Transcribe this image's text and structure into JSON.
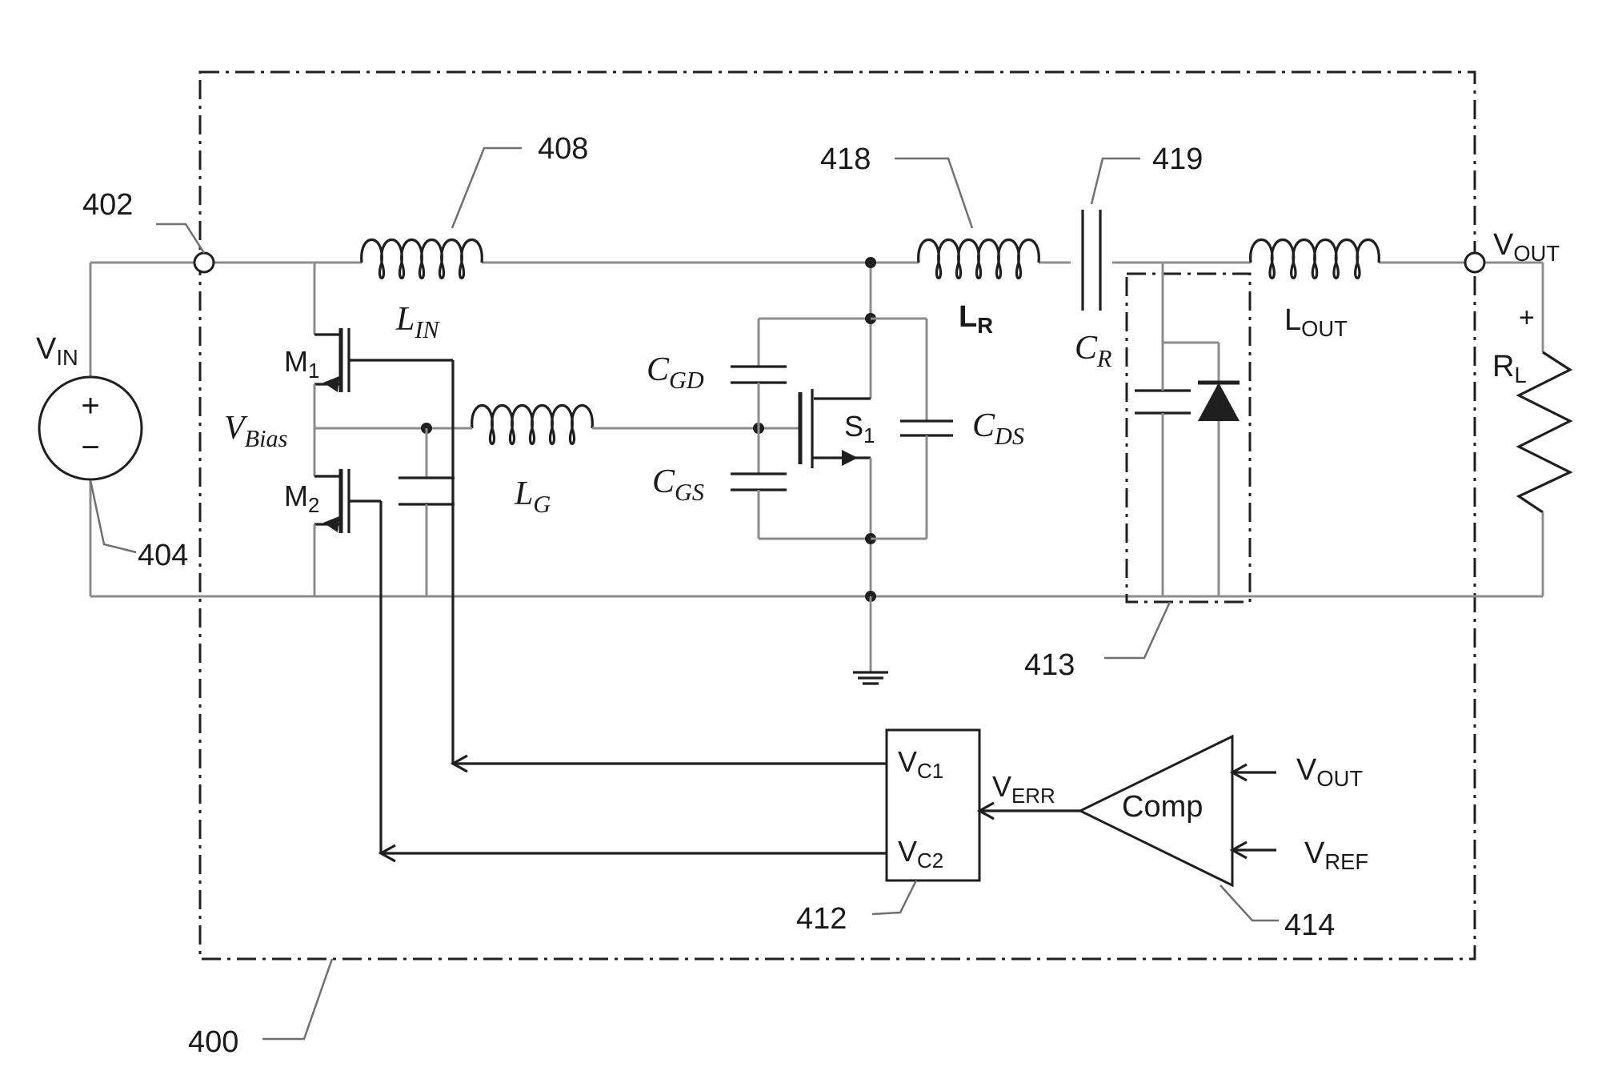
{
  "refs": {
    "r400": "400",
    "r402": "402",
    "r404": "404",
    "r408": "408",
    "r412": "412",
    "r413": "413",
    "r414": "414",
    "r418": "418",
    "r419": "419"
  },
  "labels": {
    "vin": {
      "base": "V",
      "sub": "IN"
    },
    "vout": {
      "base": "V",
      "sub": "OUT"
    },
    "lin": {
      "base": "L",
      "sub": "IN"
    },
    "lr": {
      "base": "L",
      "sub": "R"
    },
    "cr": {
      "base": "C",
      "sub": "R"
    },
    "lout": {
      "base": "L",
      "sub": "OUT"
    },
    "rl": {
      "base": "R",
      "sub": "L"
    },
    "rl_plus": "+",
    "m1": {
      "base": "M",
      "sub": "1"
    },
    "m2": {
      "base": "M",
      "sub": "2"
    },
    "vbias": {
      "base": "V",
      "sub": "Bias"
    },
    "lg": {
      "base": "L",
      "sub": "G"
    },
    "cgd": {
      "base": "C",
      "sub": "GD"
    },
    "cgs": {
      "base": "C",
      "sub": "GS"
    },
    "cds": {
      "base": "C",
      "sub": "DS"
    },
    "s1": {
      "base": "S",
      "sub": "1"
    },
    "vc1": {
      "base": "V",
      "sub": "C1"
    },
    "vc2": {
      "base": "V",
      "sub": "C2"
    },
    "verr": {
      "base": "V",
      "sub": "ERR"
    },
    "comp": "Comp",
    "comp_vout": {
      "base": "V",
      "sub": "OUT"
    },
    "vref": {
      "base": "V",
      "sub": "REF"
    },
    "src_plus": "+",
    "src_minus": "−"
  }
}
